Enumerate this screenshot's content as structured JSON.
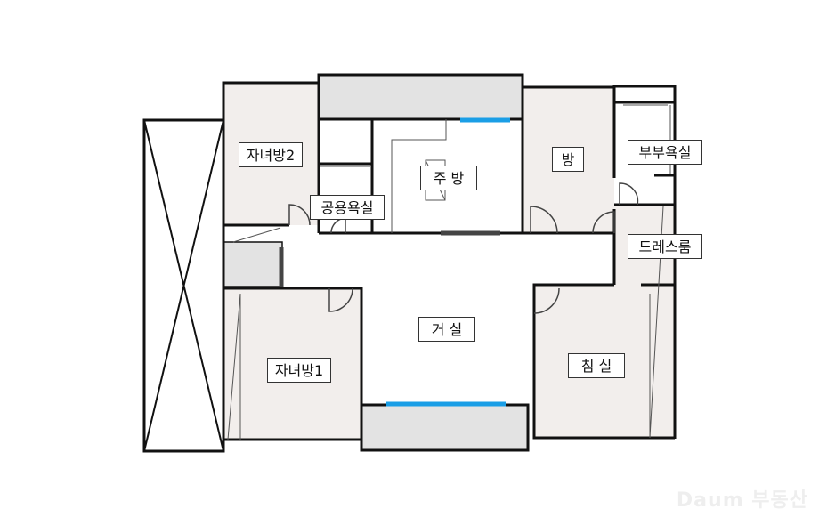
{
  "rooms": {
    "child_room_2": "자녀방2",
    "shared_bathroom": "공용욕실",
    "kitchen": "주 방",
    "room": "방",
    "master_bathroom": "부부욕실",
    "dressing_room": "드레스룸",
    "living_room": "거 실",
    "child_room_1": "자녀방1",
    "bedroom": "침 실"
  },
  "watermark": "Daum 부동산",
  "colors": {
    "wall": "#111111",
    "room_fill": "#f2eeec",
    "balcony_fill": "#e3e3e3",
    "window": "#1a9ee6",
    "sliding_door": "#444444"
  }
}
